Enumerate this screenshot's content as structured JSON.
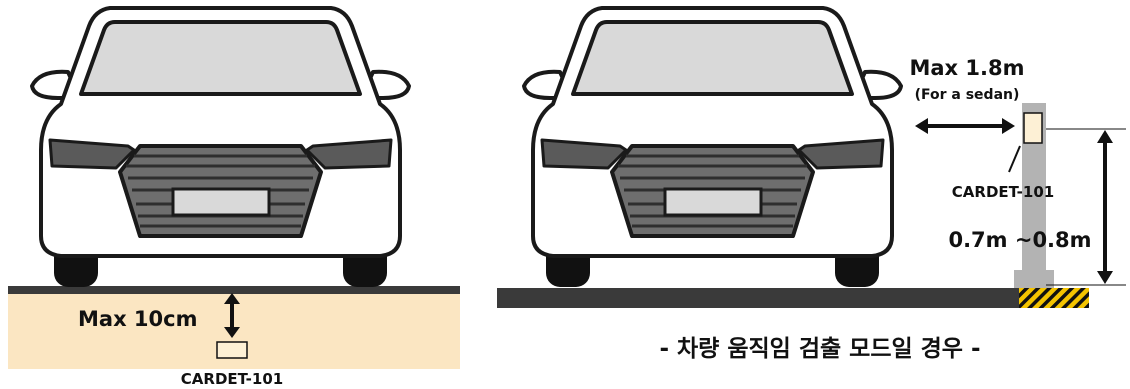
{
  "left_panel": {
    "depth_label": "Max 10cm",
    "sensor_label": "CARDET-101"
  },
  "right_panel": {
    "distance_label": "Max 1.8m",
    "distance_note": "(For a sedan)",
    "sensor_label": "CARDET-101",
    "height_label": "0.7m ~0.8m",
    "mode_caption": "- 차량 움직임 검출 모드일 경우 -"
  },
  "colors": {
    "ground": "#3a3a3a",
    "underground": "#fbe6c2",
    "pole": "#b3b3b3",
    "sensor_fill": "#fdf0d5",
    "hazard_yellow": "#f4c400",
    "car_body": "#ffffff",
    "car_outline": "#1a1a1a",
    "windshield": "#d9d9d9",
    "grille": "#6e6e6e",
    "headlight": "#5a5a5a"
  }
}
